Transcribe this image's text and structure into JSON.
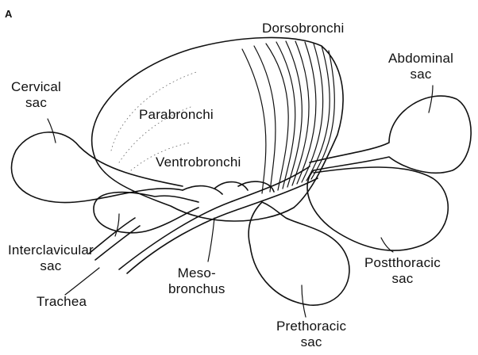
{
  "panel_label": "A",
  "labels": {
    "dorsobronchi": "Dorsobronchi",
    "abdominal_sac": [
      "Abdominal",
      "sac"
    ],
    "cervical_sac": [
      "Cervical",
      "sac"
    ],
    "parabronchi": "Parabronchi",
    "ventrobronchi": "Ventrobronchi",
    "interclavicular_sac": [
      "Interclavicular",
      "sac"
    ],
    "trachea": "Trachea",
    "mesobronchus": [
      "Meso-",
      "bronchus"
    ],
    "postthoracic_sac": [
      "Postthoracic",
      "sac"
    ],
    "prethoracic_sac": [
      "Prethoracic",
      "sac"
    ]
  }
}
